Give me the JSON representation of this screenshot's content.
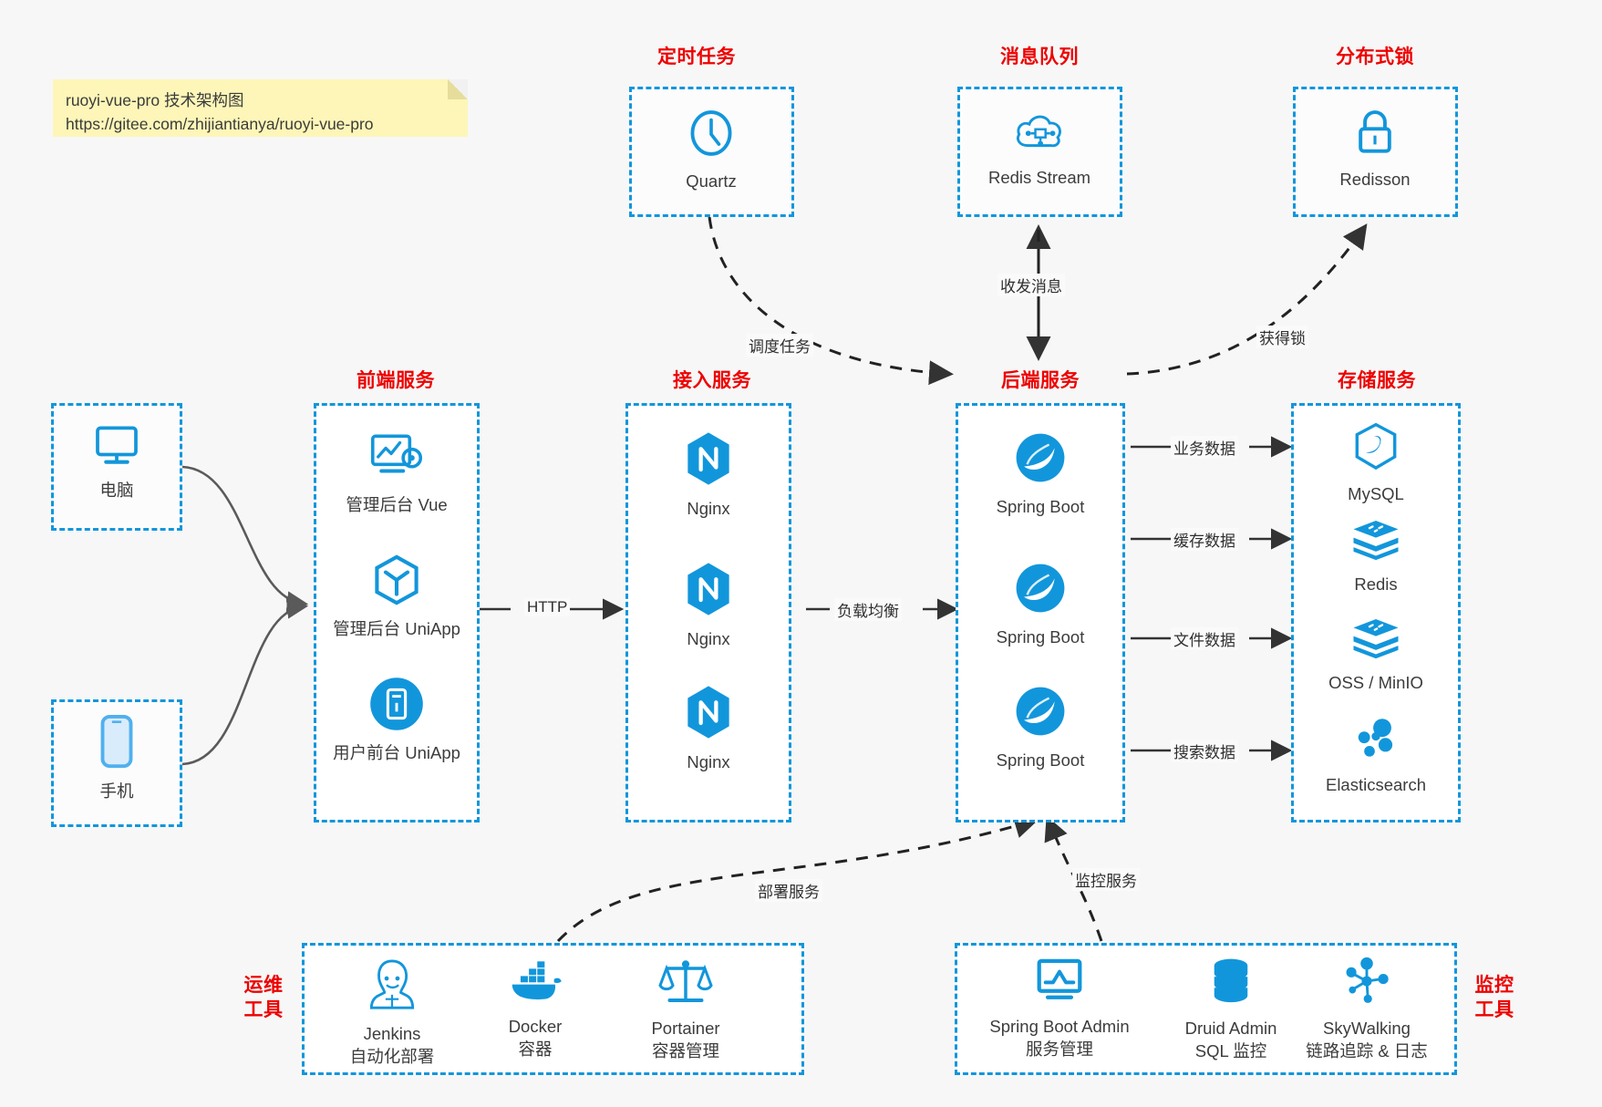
{
  "note": {
    "line1": "ruoyi-vue-pro 技术架构图",
    "line2": "https://gitee.com/zhijiantianya/ruoyi-vue-pro"
  },
  "sections": {
    "scheduled_task": "定时任务",
    "message_queue": "消息队列",
    "distributed_lock": "分布式锁",
    "frontend": "前端服务",
    "access": "接入服务",
    "backend": "后端服务",
    "storage": "存储服务",
    "devops_l1": "运维",
    "devops_l2": "工具",
    "monitor_l1": "监控",
    "monitor_l2": "工具"
  },
  "top_boxes": [
    {
      "icon": "clock-icon",
      "label": "Quartz"
    },
    {
      "icon": "redis-stream-cloud-icon",
      "label": "Redis Stream"
    },
    {
      "icon": "lock-icon",
      "label": "Redisson"
    }
  ],
  "clients": [
    {
      "icon": "desktop-icon",
      "label": "电脑"
    },
    {
      "icon": "mobile-icon",
      "label": "手机"
    }
  ],
  "frontend_nodes": [
    {
      "icon": "dashboard-vue-icon",
      "label": "管理后台 Vue"
    },
    {
      "icon": "uniapp-cube-icon",
      "label": "管理后台 UniApp"
    },
    {
      "icon": "mobile-app-icon",
      "label": "用户前台 UniApp"
    }
  ],
  "access_nodes": [
    {
      "icon": "nginx-icon",
      "label": "Nginx"
    },
    {
      "icon": "nginx-icon",
      "label": "Nginx"
    },
    {
      "icon": "nginx-icon",
      "label": "Nginx"
    }
  ],
  "backend_nodes": [
    {
      "icon": "spring-boot-icon",
      "label": "Spring Boot"
    },
    {
      "icon": "spring-boot-icon",
      "label": "Spring Boot"
    },
    {
      "icon": "spring-boot-icon",
      "label": "Spring Boot"
    }
  ],
  "storage_nodes": [
    {
      "icon": "mysql-icon",
      "label": "MySQL"
    },
    {
      "icon": "redis-icon",
      "label": "Redis"
    },
    {
      "icon": "oss-minio-icon",
      "label": "OSS / MinIO"
    },
    {
      "icon": "elasticsearch-icon",
      "label": "Elasticsearch"
    }
  ],
  "devops_nodes": [
    {
      "icon": "jenkins-icon",
      "label": "Jenkins",
      "sub": "自动化部署"
    },
    {
      "icon": "docker-icon",
      "label": "Docker",
      "sub": "容器"
    },
    {
      "icon": "portainer-icon",
      "label": "Portainer",
      "sub": "容器管理"
    }
  ],
  "monitor_nodes": [
    {
      "icon": "spring-boot-admin-icon",
      "label": "Spring Boot Admin",
      "sub": "服务管理"
    },
    {
      "icon": "druid-db-icon",
      "label": "Druid Admin",
      "sub": "SQL 监控"
    },
    {
      "icon": "skywalking-icon",
      "label": "SkyWalking",
      "sub": "链路追踪 & 日志"
    }
  ],
  "edge_labels": {
    "http": "HTTP",
    "load_balance": "负载均衡",
    "schedule_task": "调度任务",
    "send_receive_message": "收发消息",
    "acquire_lock": "获得锁",
    "business_data": "业务数据",
    "cache_data": "缓存数据",
    "file_data": "文件数据",
    "search_data": "搜索数据",
    "deploy_service": "部署服务",
    "monitor_service": "监控服务"
  },
  "colors": {
    "accent_blue": "#1296db",
    "section_red": "#ee0000",
    "note_yellow": "#fdf6b8",
    "page_bg": "#f7f7f7",
    "edge_gray": "#555555"
  }
}
